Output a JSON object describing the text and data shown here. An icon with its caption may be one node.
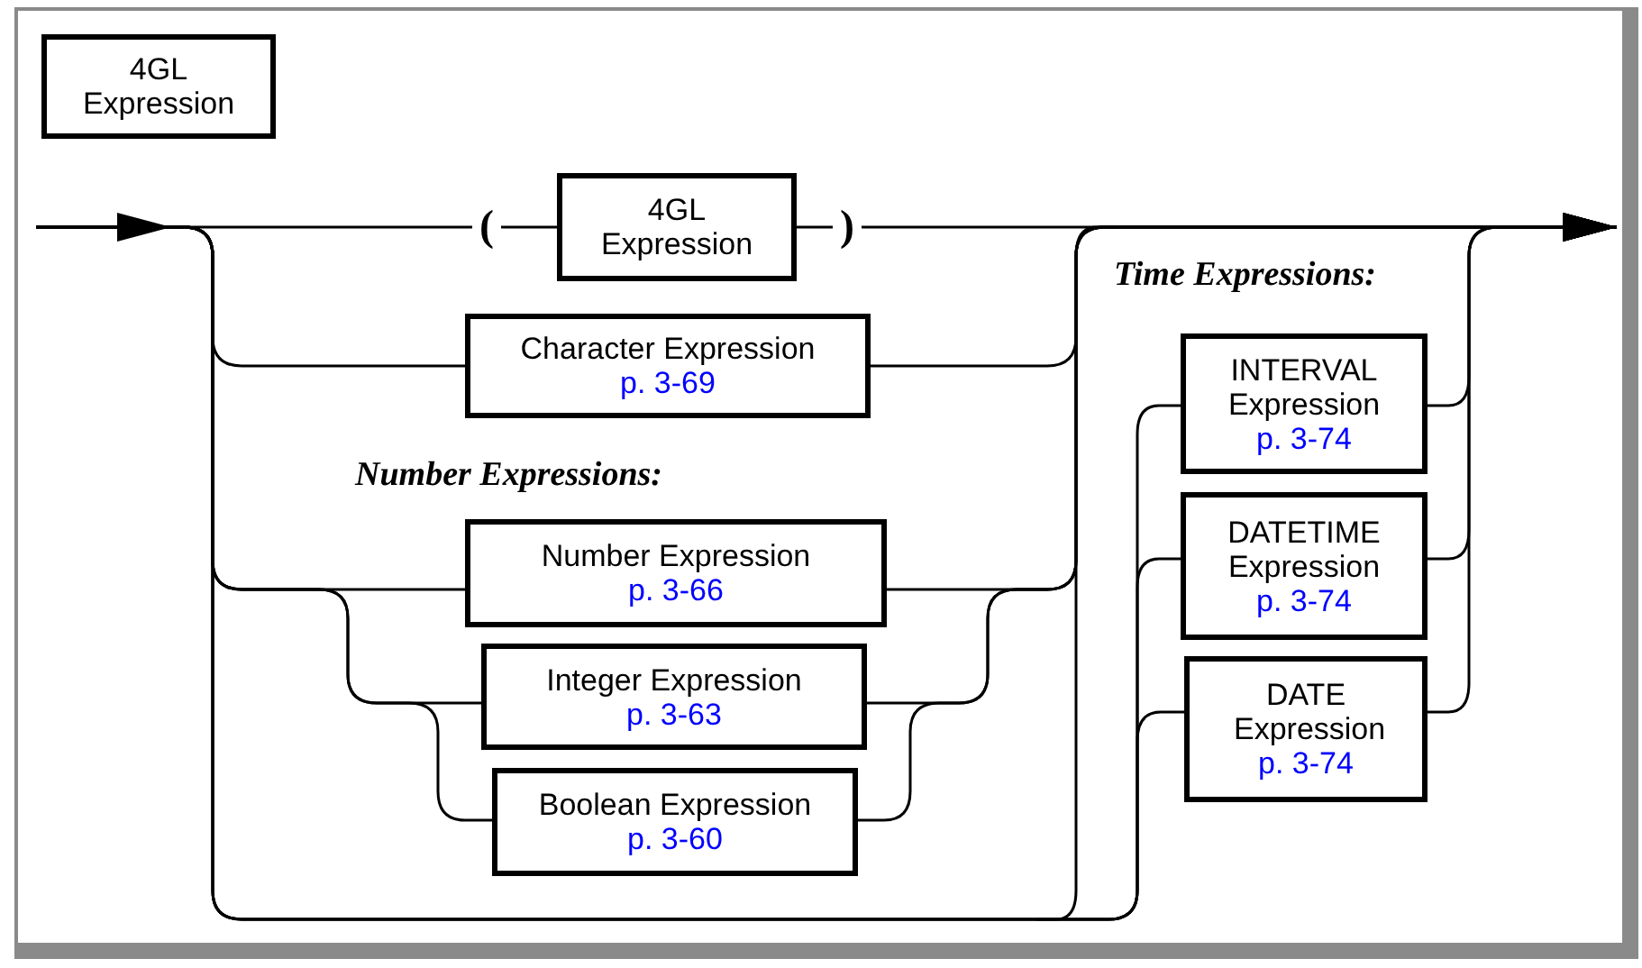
{
  "diagram": {
    "nodes": [
      {
        "text": [
          "4GL Expression"
        ]
      },
      {
        "text": [
          "("
        ]
      },
      {
        "text": [
          "4GL Expression"
        ]
      },
      {
        "text": [
          ")"
        ]
      },
      {
        "text": [
          "Character Expression",
          "p. 3-69"
        ]
      },
      {
        "text": [
          "Number Expression",
          "p. 3-66"
        ]
      },
      {
        "text": [
          "Integer Expression",
          "p. 3-63"
        ]
      },
      {
        "text": [
          "Boolean Expression",
          "p. 3-60"
        ]
      },
      {
        "text": [
          "INTERVAL Expression",
          "p. 3-74"
        ]
      },
      {
        "text": [
          "DATETIME Expression",
          "p. 3-74"
        ]
      },
      {
        "text": [
          "DATE Expression",
          "p. 3-74"
        ]
      }
    ],
    "edges": [
      {
        "from": null,
        "to": 1,
        "arrow": "none"
      },
      {
        "from": 1,
        "to": 2,
        "arrow": "none"
      },
      {
        "from": 2,
        "to": 3,
        "arrow": "none"
      },
      {
        "from": 3,
        "to": null,
        "arrow": "to"
      },
      {
        "from": null,
        "to": 4,
        "arrow": "none"
      },
      {
        "from": 4,
        "to": null,
        "arrow": "to"
      },
      {
        "from": null,
        "to": 5,
        "arrow": "none"
      },
      {
        "from": null,
        "to": 6,
        "arrow": "none"
      },
      {
        "from": null,
        "to": 7,
        "arrow": "none"
      },
      {
        "from": 5,
        "to": null,
        "arrow": "to"
      },
      {
        "from": 6,
        "to": null,
        "arrow": "to"
      },
      {
        "from": 7,
        "to": null,
        "arrow": "to"
      },
      {
        "from": null,
        "to": 8,
        "arrow": "none"
      },
      {
        "from": null,
        "to": 9,
        "arrow": "none"
      },
      {
        "from": null,
        "to": 10,
        "arrow": "none"
      },
      {
        "from": 8,
        "to": null,
        "arrow": "to"
      },
      {
        "from": 9,
        "to": null,
        "arrow": "to"
      },
      {
        "from": 10,
        "to": null,
        "arrow": "to"
      }
    ],
    "labels": [
      "Number Expressions:",
      "Time Expressions:"
    ]
  }
}
